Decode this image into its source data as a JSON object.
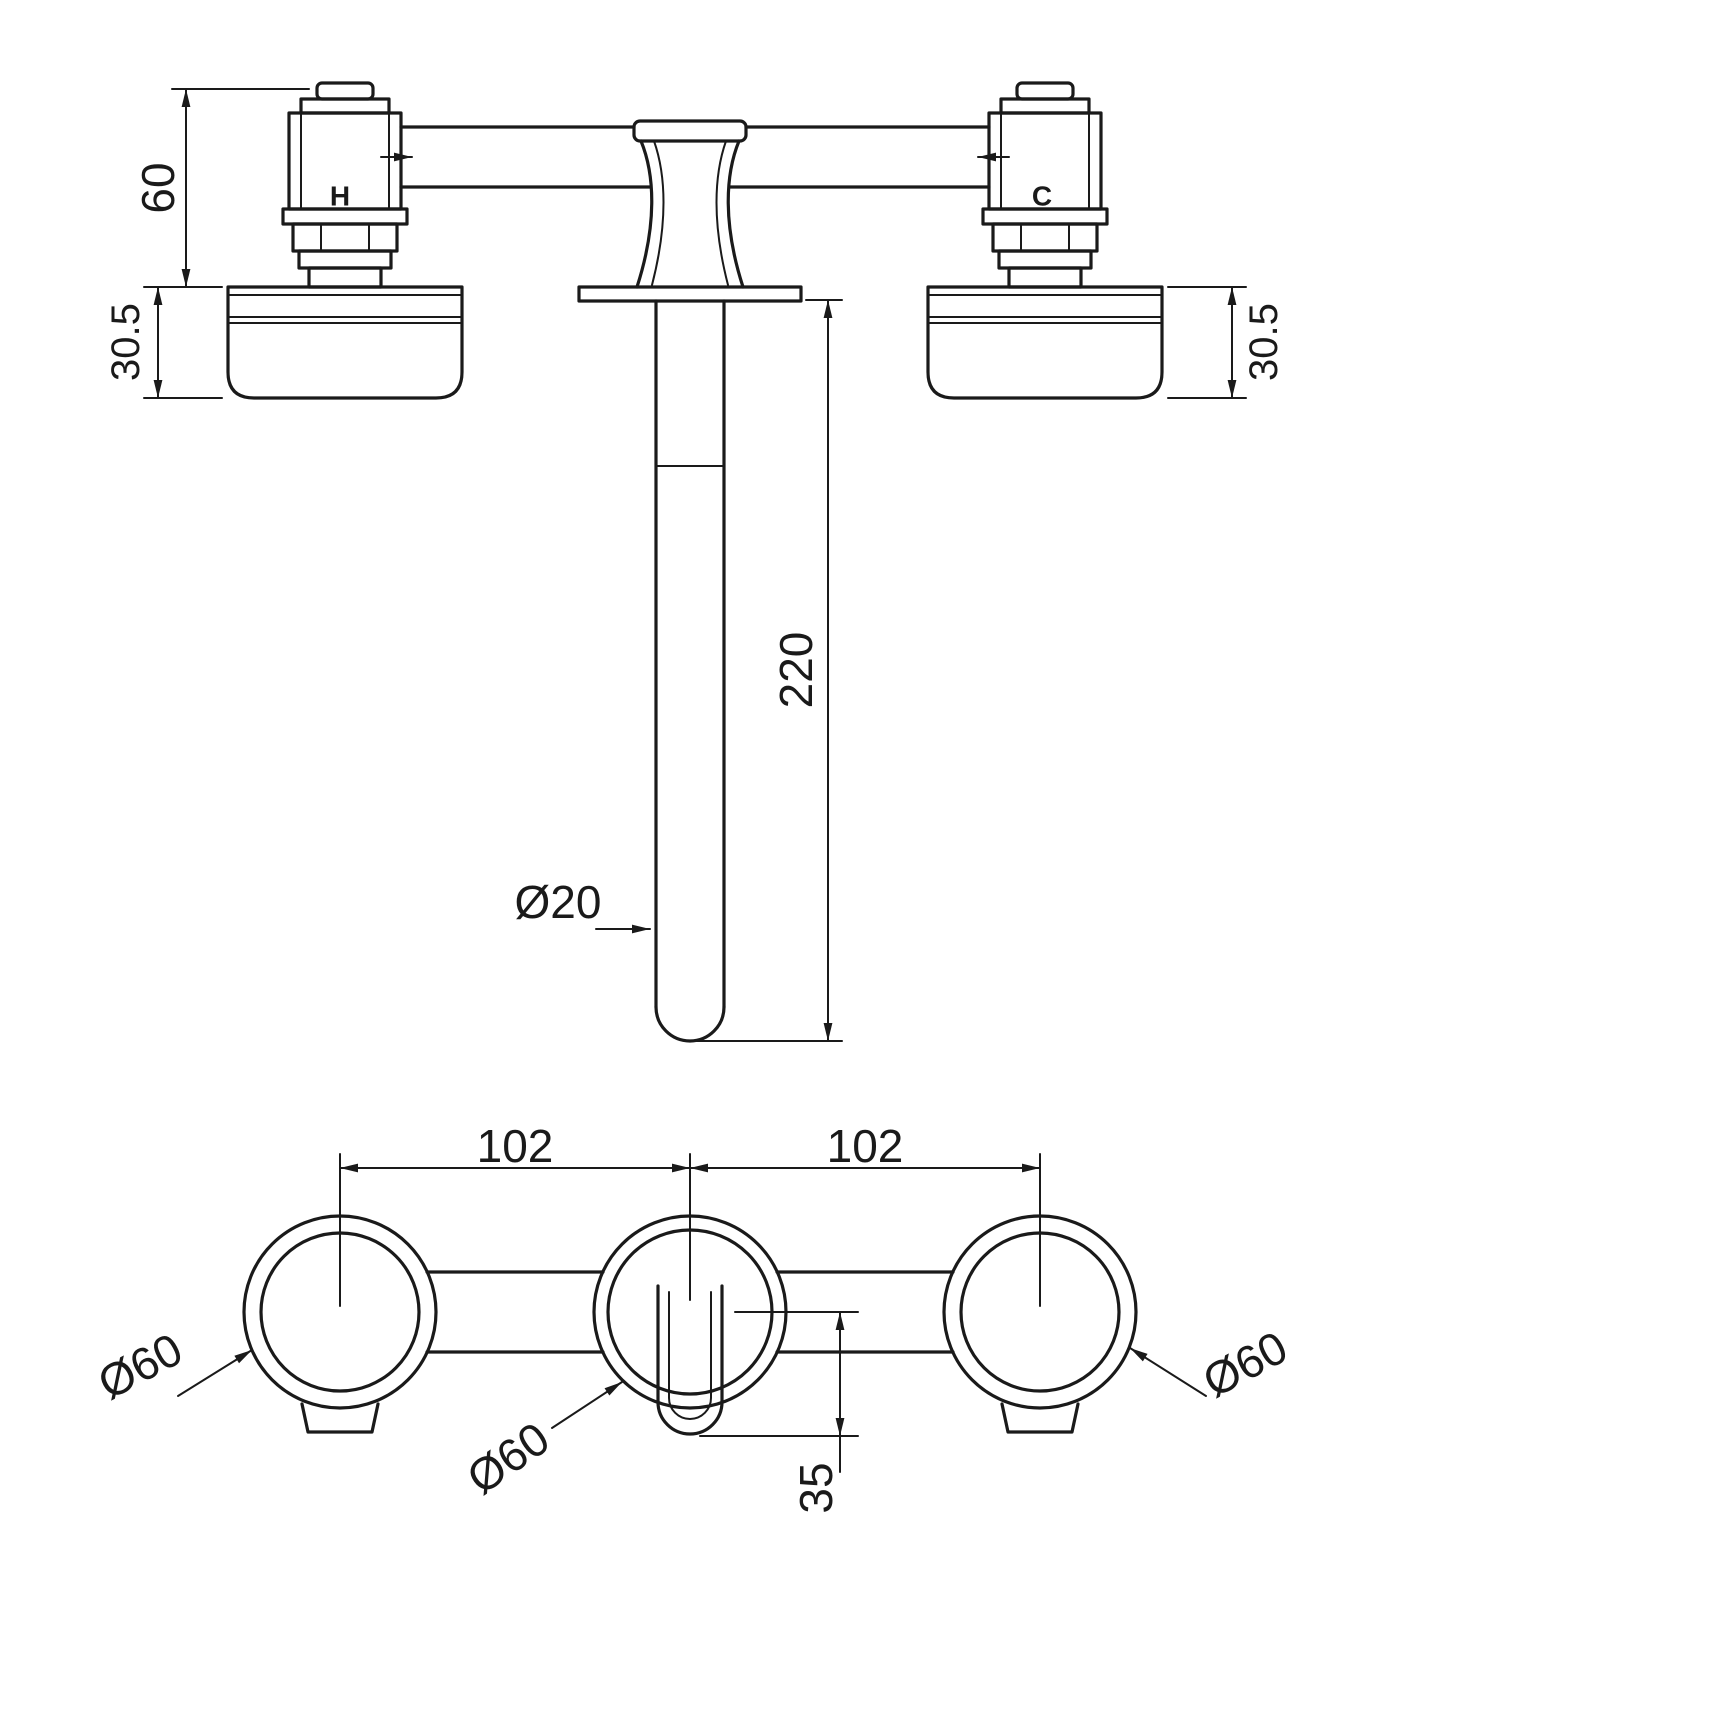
{
  "page": {
    "background": "#ffffff",
    "line_color": "#1a1a1a"
  },
  "side_view": {
    "hot_label": "H",
    "cold_label": "C",
    "dims": {
      "valve_height": "60",
      "flange_depth_left": "30.5",
      "flange_depth_right": "30.5",
      "spout_length": "220",
      "spout_diameter": "Ø20"
    }
  },
  "front_view": {
    "dims": {
      "pitch_left": "102",
      "pitch_right": "102",
      "flange_dia_left": "Ø60",
      "flange_dia_center": "Ø60",
      "flange_dia_right": "Ø60",
      "spout_offset": "35"
    }
  }
}
